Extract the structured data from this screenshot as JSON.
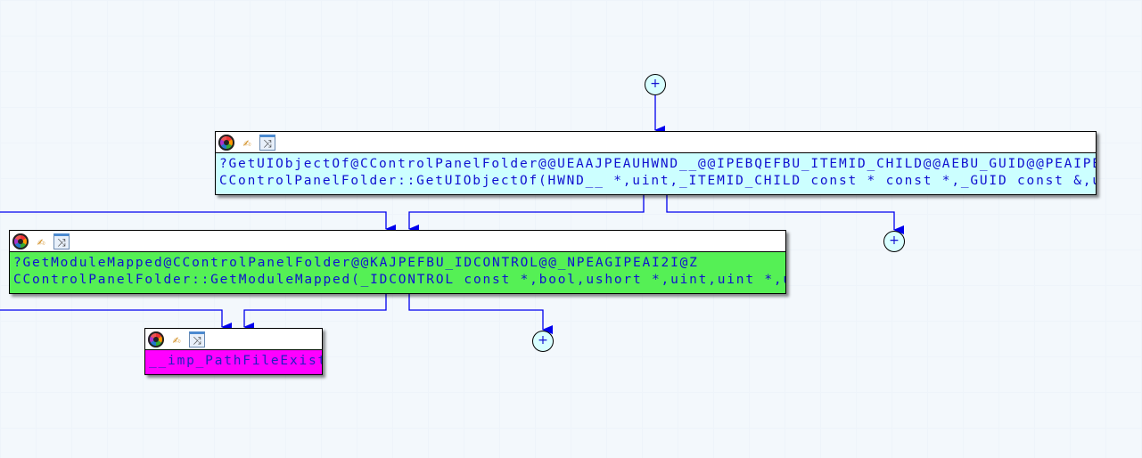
{
  "colors": {
    "edge": "#0000ee",
    "node_cyan": "#ccffff",
    "node_green": "#55f055",
    "node_magenta": "#ff00ff"
  },
  "header_icons": [
    "color-wheel-icon",
    "edit-pencil-icon",
    "graph-shuffle-icon"
  ],
  "expand_label": "+",
  "nodes": [
    {
      "lines": [
        "?GetUIObjectOf@CControlPanelFolder@@UEAAJPEAUHWND__@@IPEBQEFBU_ITEMID_CHILD@@AEBU_GUID@@PEAIPEAPEAX@Z",
        "CControlPanelFolder::GetUIObjectOf(HWND__ *,uint,_ITEMID_CHILD const * const *,_GUID const &,uint *,void * *)"
      ]
    },
    {
      "lines": [
        "?GetModuleMapped@CControlPanelFolder@@KAJPEFBU_IDCONTROL@@_NPEAGIPEAI2I@Z",
        "CControlPanelFolder::GetModuleMapped(_IDCONTROL const *,bool,ushort *,uint,uint *,ushort *,uint)"
      ]
    },
    {
      "lines": [
        "__imp_PathFileExistsW"
      ]
    }
  ]
}
